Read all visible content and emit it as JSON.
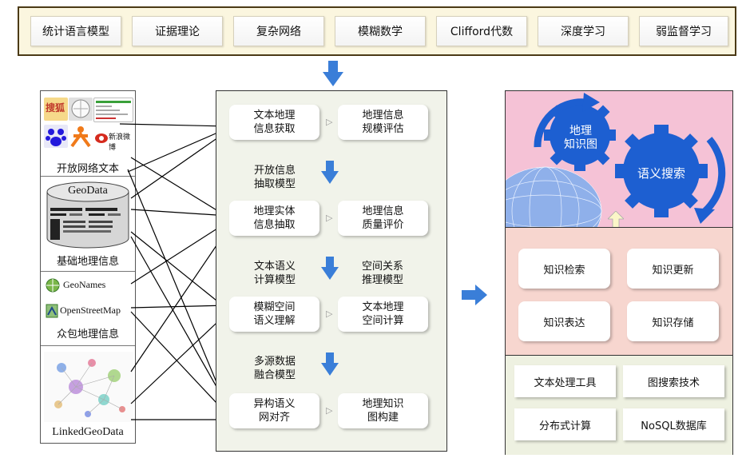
{
  "theories": [
    "统计语言模型",
    "证据理论",
    "复杂网络",
    "模糊数学",
    "Clifford代数",
    "深度学习",
    "弱监督学习"
  ],
  "sources": {
    "web_text": "开放网络文本",
    "geodata_cyl": "GeoData",
    "basic_geo": "基础地理信息",
    "geonames": "GeoNames",
    "osm": "OpenStreetMap",
    "crowd": "众包地理信息",
    "linked": "LinkedGeoData",
    "web_logo_text": "搜狐",
    "sina_logo_text": "新浪微博"
  },
  "middle": {
    "r1a": "文本地理\n信息获取",
    "r1b": "地理信息\n规模评估",
    "m1": "开放信息\n抽取模型",
    "r2a": "地理实体\n信息抽取",
    "r2b": "地理信息\n质量评价",
    "m2a": "文本语义\n计算模型",
    "m2b": "空间关系\n推理模型",
    "r3a": "模糊空间\n语义理解",
    "r3b": "文本地理\n空间计算",
    "m3": "多源数据\n融合模型",
    "r4a": "异构语义\n网对齐",
    "r4b": "地理知识\n图构建"
  },
  "right": {
    "kg": "地理\n知识图",
    "search": "语义搜索",
    "k1": "知识检索",
    "k2": "知识更新",
    "k3": "知识表达",
    "k4": "知识存储",
    "t1": "文本处理工具",
    "t2": "图搜索技术",
    "t3": "分布式计算",
    "t4": "NoSQL数据库"
  },
  "colors": {
    "blue_arrow": "#3a7ed8",
    "top_bg": "#fbf6df",
    "mid_bg": "#f1f3ea",
    "kg_pink": "#f5c2d6",
    "knowledge_bg": "#f7d6cf",
    "tools_bg": "#eef1e1",
    "gear_blue": "#1d5fd1"
  },
  "icons": [
    "down-arrow-icon",
    "right-arrow-icon",
    "up-arrow-icon",
    "gear-icon",
    "globe-icon",
    "cycle-arrow-icon"
  ]
}
